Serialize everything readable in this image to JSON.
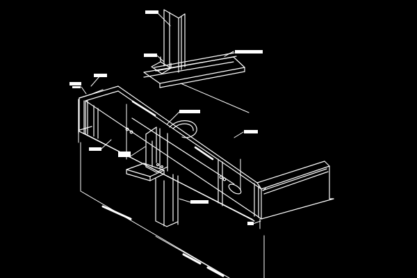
{
  "drawing": {
    "background_color": "#000000",
    "line_color": "#ffffff",
    "leader_labels": [
      {
        "id": "label-top-stud",
        "text": ""
      },
      {
        "id": "label-top-bracket",
        "text": ""
      },
      {
        "id": "label-top-track",
        "text": ""
      },
      {
        "id": "label-left-upper",
        "text": ""
      },
      {
        "id": "label-left-upper-small",
        "text": ""
      },
      {
        "id": "label-center-upper",
        "text": ""
      },
      {
        "id": "label-beam-right",
        "text": ""
      },
      {
        "id": "label-left-web",
        "text": ""
      },
      {
        "id": "label-center-lower",
        "text": ""
      },
      {
        "id": "label-post",
        "text": ""
      },
      {
        "id": "label-beam-end",
        "text": ""
      }
    ]
  }
}
